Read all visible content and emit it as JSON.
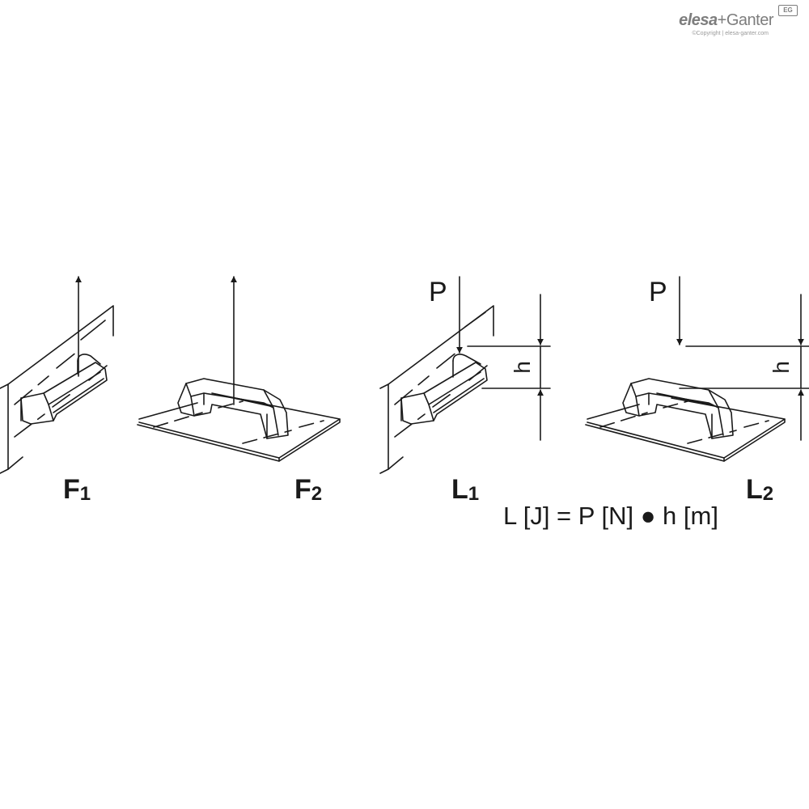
{
  "logo": {
    "brand_elesa": "elesa",
    "brand_plus": "+",
    "brand_ganter": "Ganter",
    "badge": "EG",
    "copyright": "©Copyright | elesa-ganter.com"
  },
  "panels": [
    {
      "id": "F1",
      "label_main": "F",
      "label_sub": "1"
    },
    {
      "id": "F2",
      "label_main": "F",
      "label_sub": "2"
    },
    {
      "id": "L1",
      "label_main": "L",
      "label_sub": "1",
      "force": "P",
      "height": "h"
    },
    {
      "id": "L2",
      "label_main": "L",
      "label_sub": "2",
      "force": "P",
      "height": "h"
    }
  ],
  "formula": "L [J] = P [N] ● h [m]",
  "colors": {
    "line": "#1a1a1a",
    "logo": "#7d7d7d"
  }
}
